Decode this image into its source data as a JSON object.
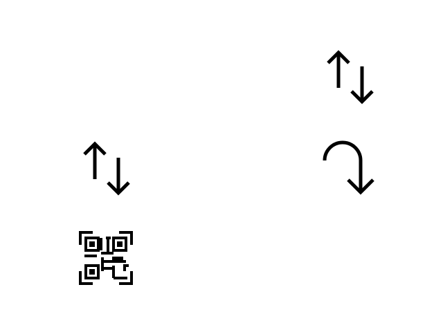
{
  "colors": {
    "background": "#ffffff",
    "icon": "#000000"
  },
  "icons": [
    {
      "id": "swap-top-right",
      "name": "swap-vertical-icon"
    },
    {
      "id": "swap-left",
      "name": "swap-vertical-icon"
    },
    {
      "id": "redo-right",
      "name": "redo-arrow-icon"
    },
    {
      "id": "qr-left",
      "name": "qr-code-icon"
    }
  ]
}
